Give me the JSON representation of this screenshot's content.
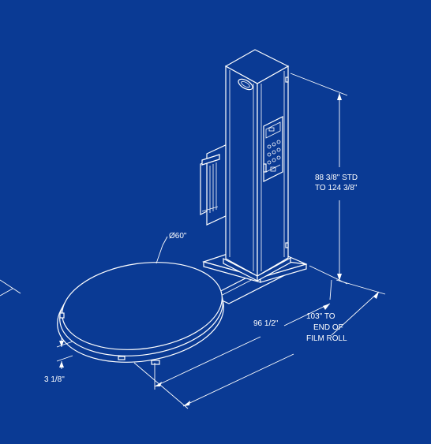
{
  "colors": {
    "background": "#0a3a94",
    "line": "#ffffff"
  },
  "labels": {
    "height_line1": "88 3/8\" STD",
    "height_line2": "TO 124 3/8\"",
    "diameter": "Ø60\"",
    "length": "96 1/2\"",
    "film_line1": "103\" TO",
    "film_line2": "END OF",
    "film_line3": "FILM ROLL",
    "turntable_height": "3 1/8\""
  }
}
